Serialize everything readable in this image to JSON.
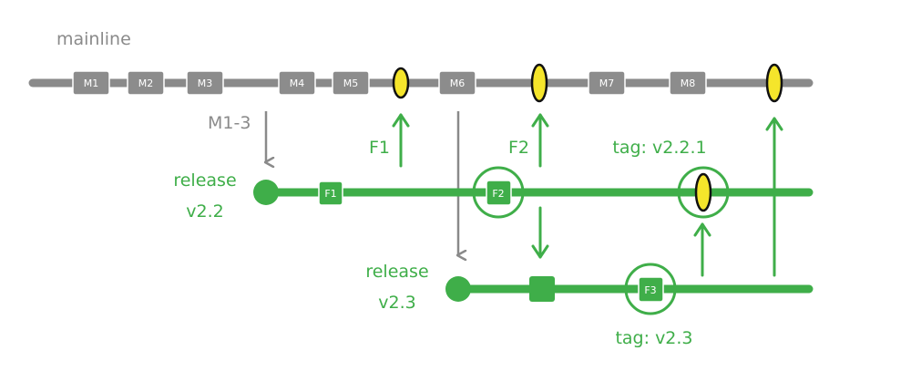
{
  "colors": {
    "mainline": "#8a8a8a",
    "commit_box": "#8c8c8c",
    "release": "#3fae49",
    "tag": "#f5e52b",
    "gray_text": "#8a8a8a"
  },
  "mainline": {
    "label": "mainline",
    "commits": [
      "M1",
      "M2",
      "M3",
      "M4",
      "M5",
      "M6",
      "M7",
      "M8"
    ]
  },
  "releases": [
    {
      "label_line1": "release",
      "label_line2": "v2.2",
      "commits": [
        "F1",
        "F2"
      ]
    },
    {
      "label_line1": "release",
      "label_line2": "v2.3",
      "commits": [
        "F3"
      ]
    }
  ],
  "arrows": {
    "m1_3": "M1-3",
    "f1": "F1",
    "f2": "F2"
  },
  "tags": {
    "v221": "tag: v2.2.1",
    "v23": "tag: v2.3"
  }
}
